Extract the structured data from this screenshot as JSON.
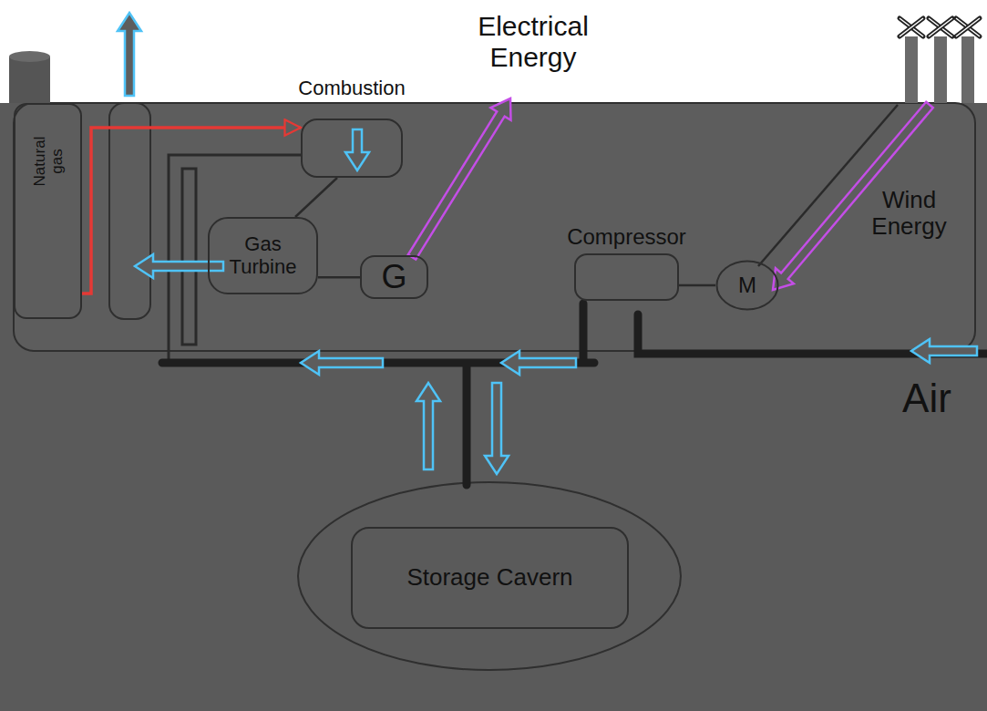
{
  "diagram": {
    "nodes": [
      {
        "text": [
          "Natural gas"
        ]
      },
      {
        "text": [
          "Combustion"
        ]
      },
      {
        "text": [
          "Gas Turbine"
        ]
      },
      {
        "text": [
          "G"
        ]
      },
      {
        "text": [
          "Compressor"
        ]
      },
      {
        "text": [
          "M"
        ]
      },
      {
        "text": [
          "Storage Cavern"
        ]
      }
    ],
    "edges": [
      {
        "from": 0,
        "to": 1,
        "arrow": "to"
      },
      {
        "from": 1,
        "to": 2,
        "arrow": "none"
      },
      {
        "from": 2,
        "to": 3,
        "arrow": "none"
      },
      {
        "from": 4,
        "to": 5,
        "arrow": "none"
      }
    ],
    "labels": [
      "Electrical Energy",
      "Wind Energy",
      "Air"
    ]
  }
}
